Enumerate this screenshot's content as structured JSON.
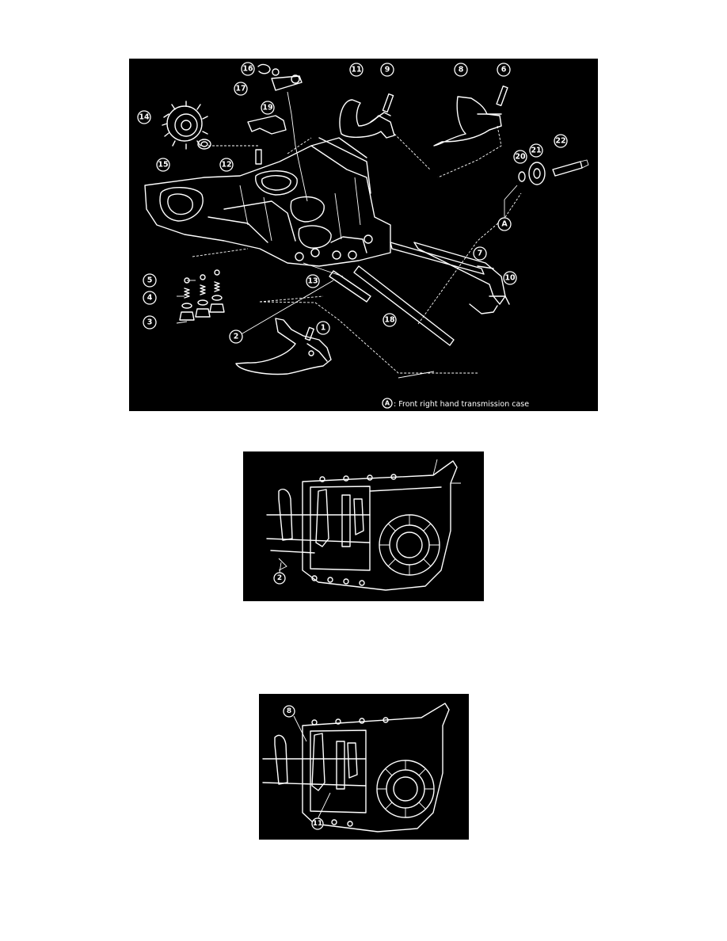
{
  "figures": [
    {
      "id": "exploded-view",
      "callouts": [
        "16",
        "17",
        "11",
        "9",
        "8",
        "6",
        "19",
        "14",
        "15",
        "12",
        "20",
        "21",
        "22",
        "A",
        "7",
        "10",
        "5",
        "4",
        "3",
        "13",
        "18",
        "2",
        "1"
      ],
      "caption_marker": "A",
      "caption": ": Front right hand transmission case"
    },
    {
      "id": "shift-fork-removal-1",
      "callouts": [
        "2"
      ]
    },
    {
      "id": "shift-fork-removal-2",
      "callouts": [
        "8",
        "11"
      ]
    }
  ],
  "colors": {
    "background": "#ffffff",
    "figure_bg": "#000000",
    "line": "#ffffff"
  }
}
